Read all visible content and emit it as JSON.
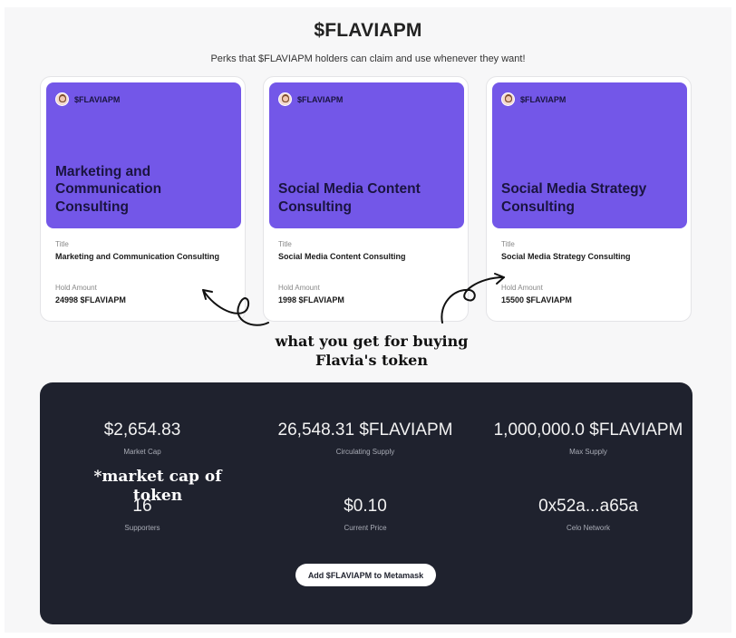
{
  "header": {
    "title": "$FLAVIAPM",
    "subtitle": "Perks that $FLAVIAPM holders can claim and use whenever they want!"
  },
  "perks": [
    {
      "brand": "$FLAVIAPM",
      "hero_line1": "Marketing and",
      "hero_line2": "Communication",
      "hero_line3": "Consulting",
      "title_label": "Title",
      "title": "Marketing and Communication Consulting",
      "hold_label": "Hold Amount",
      "hold_amount": "24998 $FLAVIAPM"
    },
    {
      "brand": "$FLAVIAPM",
      "hero_line1": "Social Media Content",
      "hero_line2": "Consulting",
      "title_label": "Title",
      "title": "Social Media Content Consulting",
      "hold_label": "Hold Amount",
      "hold_amount": "1998 $FLAVIAPM"
    },
    {
      "brand": "$FLAVIAPM",
      "hero_line1": "Social Media Strategy",
      "hero_line2": "Consulting",
      "title_label": "Title",
      "title": "Social Media Strategy Consulting",
      "hold_label": "Hold Amount",
      "hold_amount": "15500 $FLAVIAPM"
    }
  ],
  "stats": {
    "market_cap": {
      "value": "$2,654.83",
      "label": "Market Cap"
    },
    "circulating_supply": {
      "value": "26,548.31 $FLAVIAPM",
      "label": "Circulating Supply"
    },
    "max_supply": {
      "value": "1,000,000.0 $FLAVIAPM",
      "label": "Max Supply"
    },
    "supporters": {
      "value": "16",
      "label": "Supporters"
    },
    "current_price": {
      "value": "$0.10",
      "label": "Current Price"
    },
    "network": {
      "value": "0x52a...a65a",
      "label": "Celo Network"
    },
    "metamask_button": "Add $FLAVIAPM to Metamask"
  },
  "annotations": {
    "perks_line1": "what you get for buying",
    "perks_line2": "Flavia's token",
    "market_cap_note": "*market cap of token"
  },
  "colors": {
    "accent_purple": "#7357e8",
    "panel_dark": "#1f222e",
    "page_bg": "#f7f7f8"
  }
}
